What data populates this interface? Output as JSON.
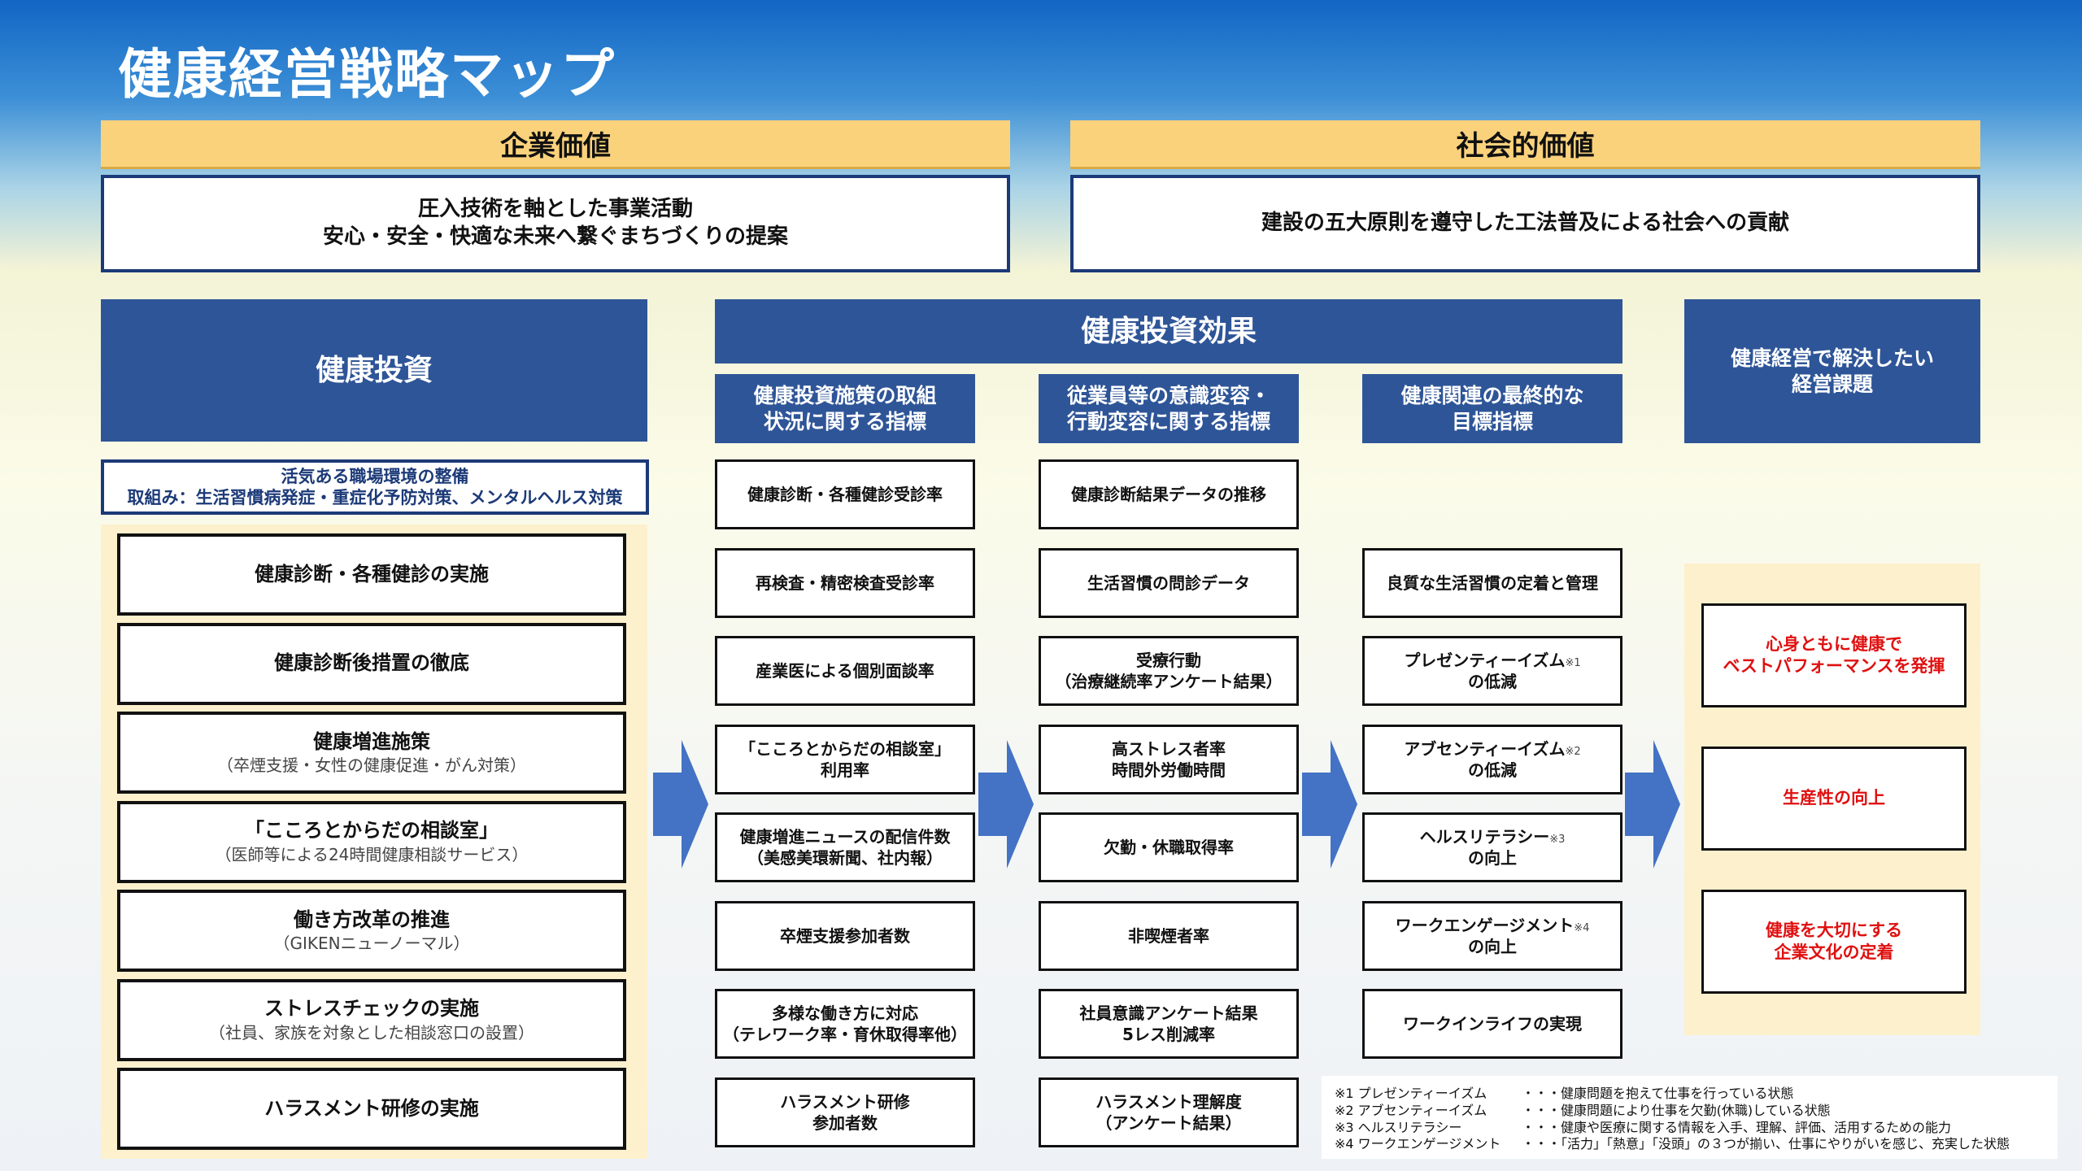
{
  "title": "健康経営戦略マップ",
  "corporate_value": {
    "label": "企業価値",
    "lines": [
      "圧入技術を軸とした事業活動",
      "安心・安全・快適な未来へ繋ぐまちづくりの提案"
    ]
  },
  "social_value": {
    "label": "社会的価値",
    "text": "建設の五大原則を遵守した工法普及による社会への貢献"
  },
  "investment": {
    "header": "健康投資",
    "banner_title": "活気ある職場環境の整備",
    "banner_sub": "取組み：生活習慣病発症・重症化予防対策、メンタルヘルス対策",
    "items": [
      {
        "main": "健康診断・各種健診の実施",
        "sub": ""
      },
      {
        "main": "健康診断後措置の徹底",
        "sub": ""
      },
      {
        "main": "健康増進施策",
        "sub": "（卒煙支援・女性の健康促進・がん対策）"
      },
      {
        "main": "「こころとからだの相談室」",
        "sub": "（医師等による24時間健康相談サービス）"
      },
      {
        "main": "働き方改革の推進",
        "sub": "（GIKENニューノーマル）"
      },
      {
        "main": "ストレスチェックの実施",
        "sub": "（社員、家族を対象とした相談窓口の設置）"
      },
      {
        "main": "ハラスメント研修の実施",
        "sub": ""
      }
    ]
  },
  "effects": {
    "header": "健康投資効果",
    "col1": {
      "header": [
        "健康投資施策の取組",
        "状況に関する指標"
      ],
      "items": [
        [
          "健康診断・各種健診受診率"
        ],
        [
          "再検査・精密検査受診率"
        ],
        [
          "産業医による個別面談率"
        ],
        [
          "「こころとからだの相談室」",
          "利用率"
        ],
        [
          "健康増進ニュースの配信件数",
          "（美感美環新聞、社内報）"
        ],
        [
          "卒煙支援参加者数"
        ],
        [
          "多様な働き方に対応",
          "（テレワーク率・育休取得率他）"
        ],
        [
          "ハラスメント研修",
          "参加者数"
        ]
      ]
    },
    "col2": {
      "header": [
        "従業員等の意識変容・",
        "行動変容に関する指標"
      ],
      "items": [
        [
          "健康診断結果データの推移"
        ],
        [
          "生活習慣の問診データ"
        ],
        [
          "受療行動",
          "（治療継続率アンケート結果）"
        ],
        [
          "高ストレス者率",
          "時間外労働時間"
        ],
        [
          "欠勤・休職取得率"
        ],
        [
          "非喫煙者率"
        ],
        [
          "社員意識アンケート結果",
          "5レス削減率"
        ],
        [
          "ハラスメント理解度",
          "（アンケート結果）"
        ]
      ]
    },
    "col3": {
      "header": [
        "健康関連の最終的な",
        "目標指標"
      ],
      "items": [
        [
          "良質な生活習慣の定着と管理"
        ],
        [
          "プレゼンティーイズム",
          "※1",
          "の低減"
        ],
        [
          "アブセンティーイズム",
          "※2",
          "の低減"
        ],
        [
          "ヘルスリテラシー",
          "※3",
          "の向上"
        ],
        [
          "ワークエンゲージメント",
          "※4",
          "の向上"
        ],
        [
          "ワークインライフの実現"
        ]
      ]
    }
  },
  "issues": {
    "header": [
      "健康経営で解決したい",
      "経営課題"
    ],
    "items": [
      [
        "心身ともに健康で",
        "ベストパフォーマンスを発揮"
      ],
      [
        "生産性の向上"
      ],
      [
        "健康を大切にする",
        "企業文化の定着"
      ]
    ]
  },
  "footnotes": [
    {
      "term": "※1 プレゼンティーイズム",
      "desc": "・・・健康問題を抱えて仕事を行っている状態"
    },
    {
      "term": "※2 アブセンティーイズム",
      "desc": "・・・健康問題により仕事を欠勤(休職)している状態"
    },
    {
      "term": "※3 ヘルスリテラシー",
      "desc": "・・・健康や医療に関する情報を入手、理解、評価、活用するための能力"
    },
    {
      "term": "※4 ワークエンゲージメント",
      "desc": "・・・「活力」「熱意」「没頭」の３つが揃い、仕事にやりがいを感じ、充実した状態"
    }
  ],
  "colors": {
    "navy": "#2e5597",
    "yellow": "#fbd27c",
    "arrow": "#4472c4",
    "red": "#e01010"
  }
}
